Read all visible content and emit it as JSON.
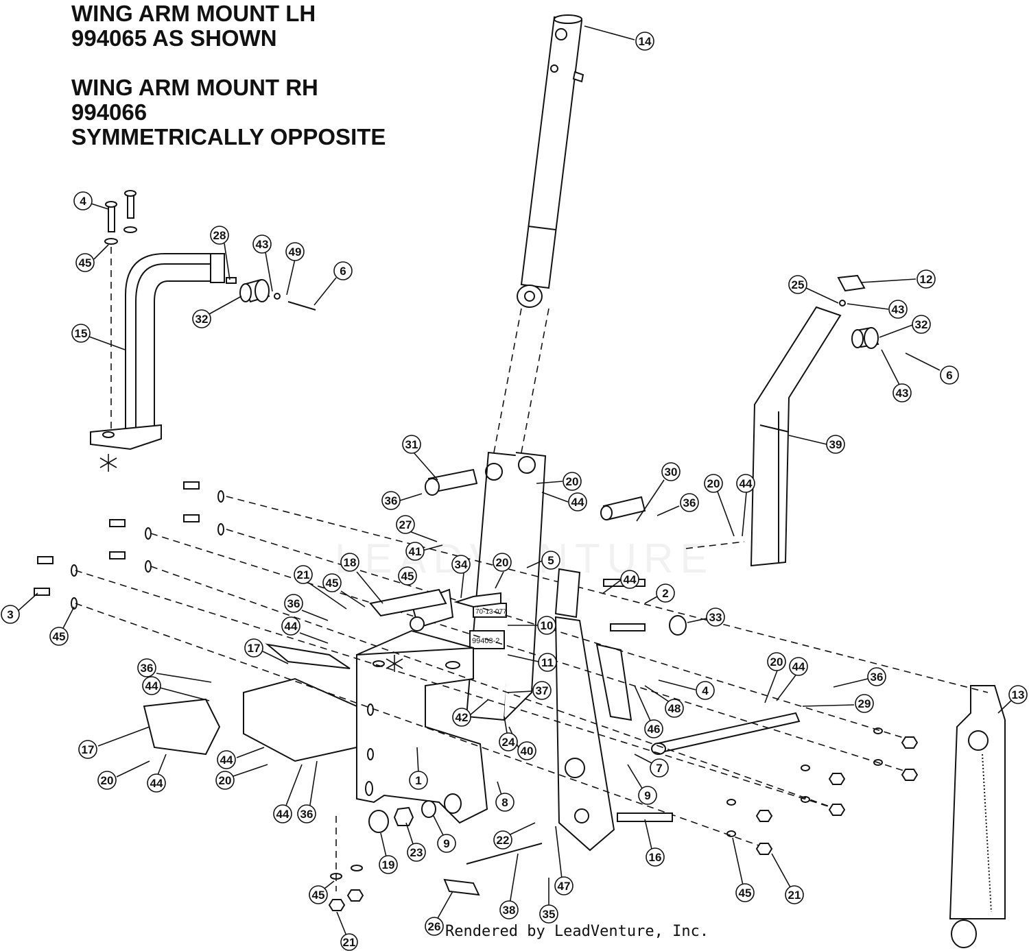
{
  "header": {
    "line1": "WING ARM MOUNT LH",
    "line2": "994065 AS SHOWN",
    "line3": "WING ARM MOUNT RH",
    "line4": "994066",
    "line5": "SYMMETRICALLY OPPOSITE"
  },
  "part_labels": {
    "decal_1": "70-13-077",
    "decal_2": "99403-2"
  },
  "footer": {
    "credit": "Rendered by LeadVenture, Inc."
  },
  "watermark": "LEADVENTURE",
  "callouts": [
    {
      "id": "c14",
      "text": "14"
    },
    {
      "id": "c4a",
      "text": "4"
    },
    {
      "id": "c45a",
      "text": "45"
    },
    {
      "id": "c28",
      "text": "28"
    },
    {
      "id": "c43a",
      "text": "43"
    },
    {
      "id": "c49",
      "text": "49"
    },
    {
      "id": "c6a",
      "text": "6"
    },
    {
      "id": "c32a",
      "text": "32"
    },
    {
      "id": "c15",
      "text": "15"
    },
    {
      "id": "c12",
      "text": "12"
    },
    {
      "id": "c25",
      "text": "25"
    },
    {
      "id": "c43b",
      "text": "43"
    },
    {
      "id": "c32b",
      "text": "32"
    },
    {
      "id": "c6b",
      "text": "6"
    },
    {
      "id": "c43c",
      "text": "43"
    },
    {
      "id": "c39",
      "text": "39"
    },
    {
      "id": "c31",
      "text": "31"
    },
    {
      "id": "c20a",
      "text": "20"
    },
    {
      "id": "c44a",
      "text": "44"
    },
    {
      "id": "c30",
      "text": "30"
    },
    {
      "id": "c36a",
      "text": "36"
    },
    {
      "id": "c36b",
      "text": "36"
    },
    {
      "id": "c20b",
      "text": "20"
    },
    {
      "id": "c44b",
      "text": "44"
    },
    {
      "id": "c27",
      "text": "27"
    },
    {
      "id": "c41",
      "text": "41"
    },
    {
      "id": "c5",
      "text": "5"
    },
    {
      "id": "c34",
      "text": "34"
    },
    {
      "id": "c20c",
      "text": "20"
    },
    {
      "id": "c18",
      "text": "18"
    },
    {
      "id": "c45b",
      "text": "45"
    },
    {
      "id": "c21a",
      "text": "21"
    },
    {
      "id": "c45c",
      "text": "45"
    },
    {
      "id": "c44c",
      "text": "44"
    },
    {
      "id": "c2",
      "text": "2"
    },
    {
      "id": "c33",
      "text": "33"
    },
    {
      "id": "c10",
      "text": "10"
    },
    {
      "id": "c11",
      "text": "11"
    },
    {
      "id": "c36c",
      "text": "36"
    },
    {
      "id": "c44d",
      "text": "44"
    },
    {
      "id": "c17a",
      "text": "17"
    },
    {
      "id": "c3",
      "text": "3"
    },
    {
      "id": "c45d",
      "text": "45"
    },
    {
      "id": "c36d",
      "text": "36"
    },
    {
      "id": "c44e",
      "text": "44"
    },
    {
      "id": "c17b",
      "text": "17"
    },
    {
      "id": "c20d",
      "text": "20"
    },
    {
      "id": "c44f",
      "text": "44"
    },
    {
      "id": "c44g",
      "text": "44"
    },
    {
      "id": "c20e",
      "text": "20"
    },
    {
      "id": "c44h",
      "text": "44"
    },
    {
      "id": "c36e",
      "text": "36"
    },
    {
      "id": "c37",
      "text": "37"
    },
    {
      "id": "c42",
      "text": "42"
    },
    {
      "id": "c24",
      "text": "24"
    },
    {
      "id": "c40",
      "text": "40"
    },
    {
      "id": "c1",
      "text": "1"
    },
    {
      "id": "c8",
      "text": "8"
    },
    {
      "id": "c4b",
      "text": "4"
    },
    {
      "id": "c48",
      "text": "48"
    },
    {
      "id": "c46",
      "text": "46"
    },
    {
      "id": "c20f",
      "text": "20"
    },
    {
      "id": "c44i",
      "text": "44"
    },
    {
      "id": "c36f",
      "text": "36"
    },
    {
      "id": "c29",
      "text": "29"
    },
    {
      "id": "c13",
      "text": "13"
    },
    {
      "id": "c7",
      "text": "7"
    },
    {
      "id": "c9a",
      "text": "9"
    },
    {
      "id": "c9b",
      "text": "9"
    },
    {
      "id": "c19",
      "text": "19"
    },
    {
      "id": "c23",
      "text": "23"
    },
    {
      "id": "c22",
      "text": "22"
    },
    {
      "id": "c16",
      "text": "16"
    },
    {
      "id": "c47",
      "text": "47"
    },
    {
      "id": "c38",
      "text": "38"
    },
    {
      "id": "c35",
      "text": "35"
    },
    {
      "id": "c26",
      "text": "26"
    },
    {
      "id": "c45e",
      "text": "45"
    },
    {
      "id": "c21b",
      "text": "21"
    },
    {
      "id": "c45f",
      "text": "45"
    },
    {
      "id": "c21c",
      "text": "21"
    }
  ]
}
